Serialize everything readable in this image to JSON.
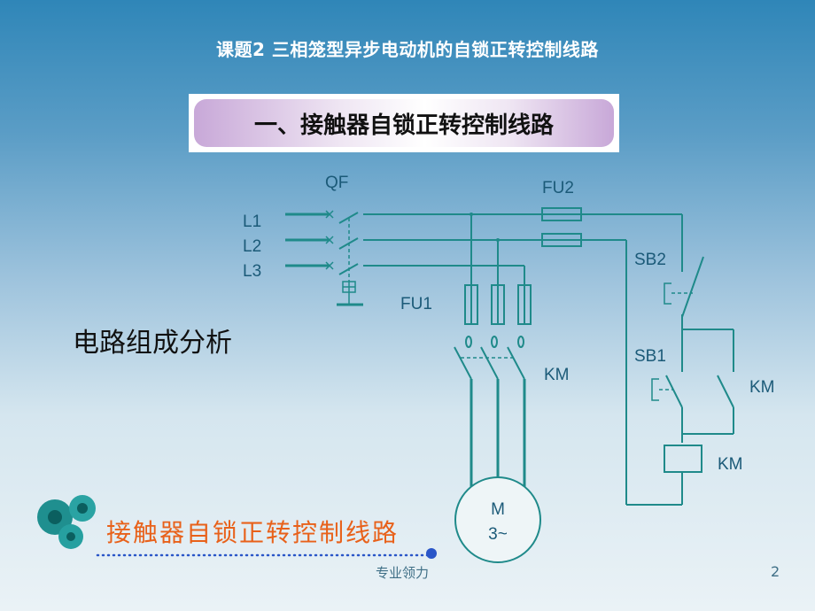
{
  "page": {
    "title": "课题2  三相笼型异步电动机的自锁正转控制线路",
    "banner": "一、接触器自锁正转控制线路",
    "analysis": "电路组成分析",
    "footer_title": "接触器自锁正转控制线路",
    "footer_text": "专业领力",
    "page_number": "2"
  },
  "diagram": {
    "labels": {
      "qf": "QF",
      "fu2": "FU2",
      "l1": "L1",
      "l2": "L2",
      "l3": "L3",
      "fu1": "FU1",
      "sb2": "SB2",
      "sb1": "SB1",
      "km_main": "KM",
      "km_aux": "KM",
      "km_coil": "KM",
      "motor_m": "M",
      "motor_phase": "3~"
    },
    "colors": {
      "wire": "#1f8a8a",
      "wire_dark": "#0f6f6f",
      "text": "#1b5a78"
    }
  }
}
